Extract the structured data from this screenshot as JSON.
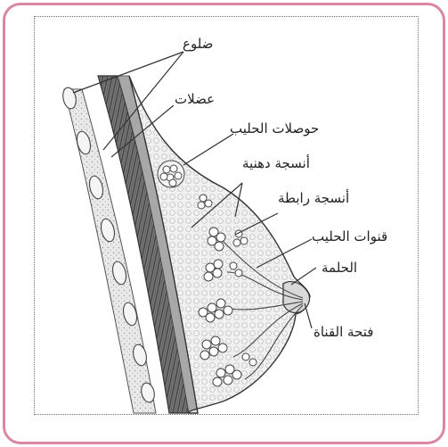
{
  "labels": {
    "ribs": "ضلوع",
    "muscles": "عضلات",
    "milk_lobules": "حوصلات الحليب",
    "fatty_tissue": "أنسجة دهنية",
    "connective_tissue": "أنسجة رابطة",
    "milk_ducts": "قنوات الحليب",
    "nipple": "الحلمة",
    "duct_opening": "فتحة القناة"
  },
  "colors": {
    "frame_border": "#d987a3",
    "line": "#333333"
  }
}
